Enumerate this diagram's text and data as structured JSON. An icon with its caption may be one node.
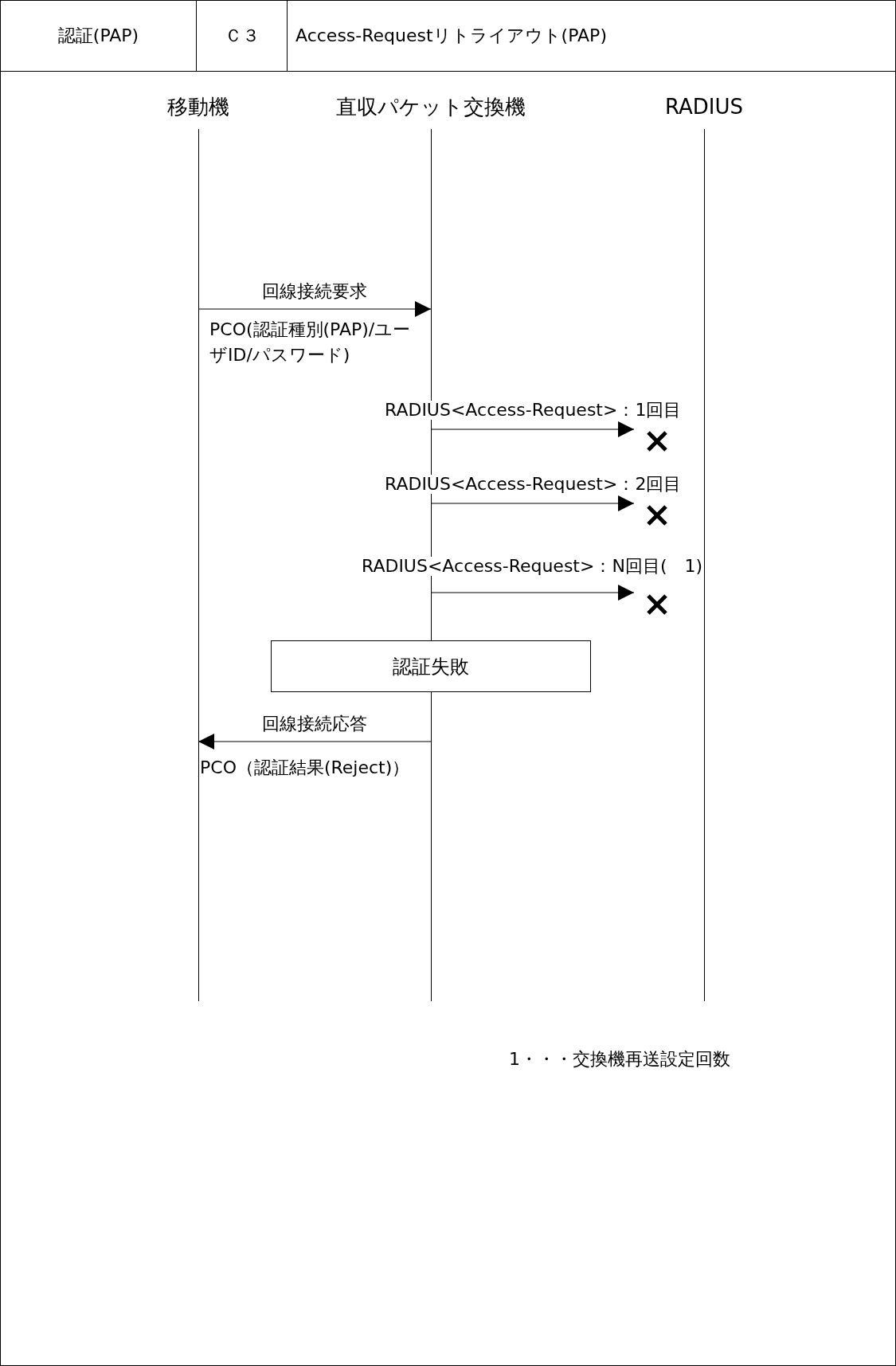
{
  "diagram": {
    "nodes": [
      {
        "text": [
          "移動機"
        ]
      },
      {
        "text": [
          "直収パケット交換機"
        ]
      },
      {
        "text": [
          "RADIUS"
        ]
      },
      {
        "text": [
          "認証失敗"
        ]
      },
      {
        "text": [],
        "shape": "cross"
      },
      {
        "text": [],
        "shape": "cross"
      },
      {
        "text": [],
        "shape": "cross"
      }
    ],
    "edges": [
      {
        "from": 0,
        "to": 1,
        "arrow": "to",
        "label": "回線接続要求"
      },
      {
        "from": 1,
        "to": 4,
        "arrow": "to",
        "label": "RADIUS<Access-Request>：1回目"
      },
      {
        "from": 1,
        "to": 5,
        "arrow": "to",
        "label": "RADIUS<Access-Request>：2回目"
      },
      {
        "from": 1,
        "to": 6,
        "arrow": "to",
        "label": "RADIUS<Access-Request>：N回目(　1)"
      },
      {
        "from": 1,
        "to": 0,
        "arrow": "to",
        "label": "回線接続応答"
      }
    ],
    "labels": [
      "認証(PAP)",
      "Ｃ３",
      "Access-Requestリトライアウト(PAP)",
      "PCO(認証種別(PAP)/ユーザID/パスワード)",
      "PCO（認証結果(Reject)）",
      "1・・・交換機再送設定回数"
    ]
  }
}
